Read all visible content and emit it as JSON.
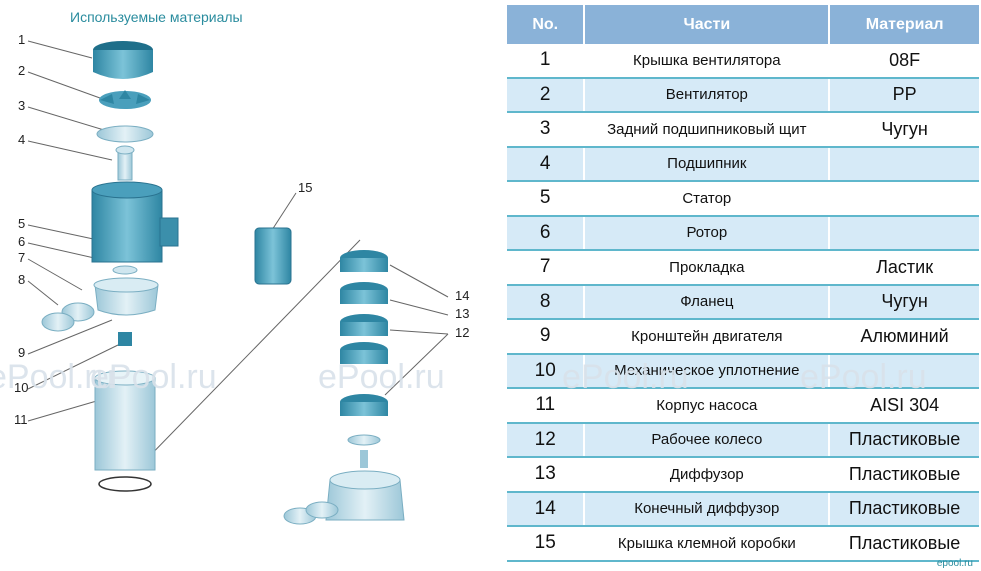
{
  "title": "Используемые материалы",
  "watermark": "ePool.ru",
  "corner_mark": "epool.ru",
  "callouts": [
    "1",
    "2",
    "3",
    "4",
    "5",
    "6",
    "7",
    "8",
    "9",
    "10",
    "11",
    "15",
    "14",
    "13",
    "12"
  ],
  "table": {
    "headers": [
      "No.",
      "Части",
      "Материал"
    ],
    "rows": [
      {
        "no": "1",
        "part": "Крышка вентилятора",
        "material": "08F"
      },
      {
        "no": "2",
        "part": "Вентилятор",
        "material": "PP"
      },
      {
        "no": "3",
        "part": "Задний подшипниковый щит",
        "material": "Чугун"
      },
      {
        "no": "4",
        "part": "Подшипник",
        "material": ""
      },
      {
        "no": "5",
        "part": "Статор",
        "material": ""
      },
      {
        "no": "6",
        "part": "Ротор",
        "material": ""
      },
      {
        "no": "7",
        "part": "Прокладка",
        "material": "Ластик"
      },
      {
        "no": "8",
        "part": "Фланец",
        "material": "Чугун"
      },
      {
        "no": "9",
        "part": "Кронштейн двигателя",
        "material": "Алюминий"
      },
      {
        "no": "10",
        "part": "Механическое уплотнение",
        "material": ""
      },
      {
        "no": "11",
        "part": "Корпус насоса",
        "material": "AISI 304"
      },
      {
        "no": "12",
        "part": "Рабочее колесо",
        "material": "Пластиковые"
      },
      {
        "no": "13",
        "part": "Диффузор",
        "material": "Пластиковые"
      },
      {
        "no": "14",
        "part": "Конечный диффузор",
        "material": "Пластиковые"
      },
      {
        "no": "15",
        "part": "Крышка клемной коробки",
        "material": "Пластиковые"
      }
    ]
  },
  "colors": {
    "header_bg": "#8ab2d8",
    "row_alt": "#d6eaf7",
    "row_line": "#5fb7cc",
    "part_fill": "#5aa9c2",
    "title": "#2a8c9e"
  }
}
